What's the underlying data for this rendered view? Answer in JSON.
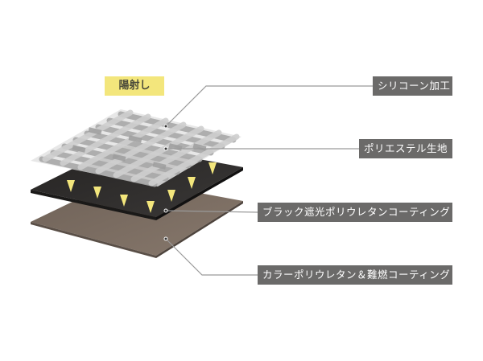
{
  "diagram": {
    "sunlight_label": "陽射し",
    "layers": [
      {
        "id": "silicone",
        "label": "シリコーン加工"
      },
      {
        "id": "polyester",
        "label": "ポリエステル生地"
      },
      {
        "id": "black-pu",
        "label": "ブラック遮光ポリウレタンコーティング"
      },
      {
        "id": "color-pu",
        "label": "カラーポリウレタン＆難燃コーティング"
      }
    ],
    "colors": {
      "sunlight_arrow": "#f3e67c",
      "label_background": "#6b6a69",
      "label_text": "#ffffff",
      "mesh_light": "#d9d9d9",
      "mesh_dark": "#9a9a9a",
      "black_layer": "#2f2d2c",
      "brown_layer": "#77685d",
      "leader_line": "#9a9a9a"
    }
  }
}
